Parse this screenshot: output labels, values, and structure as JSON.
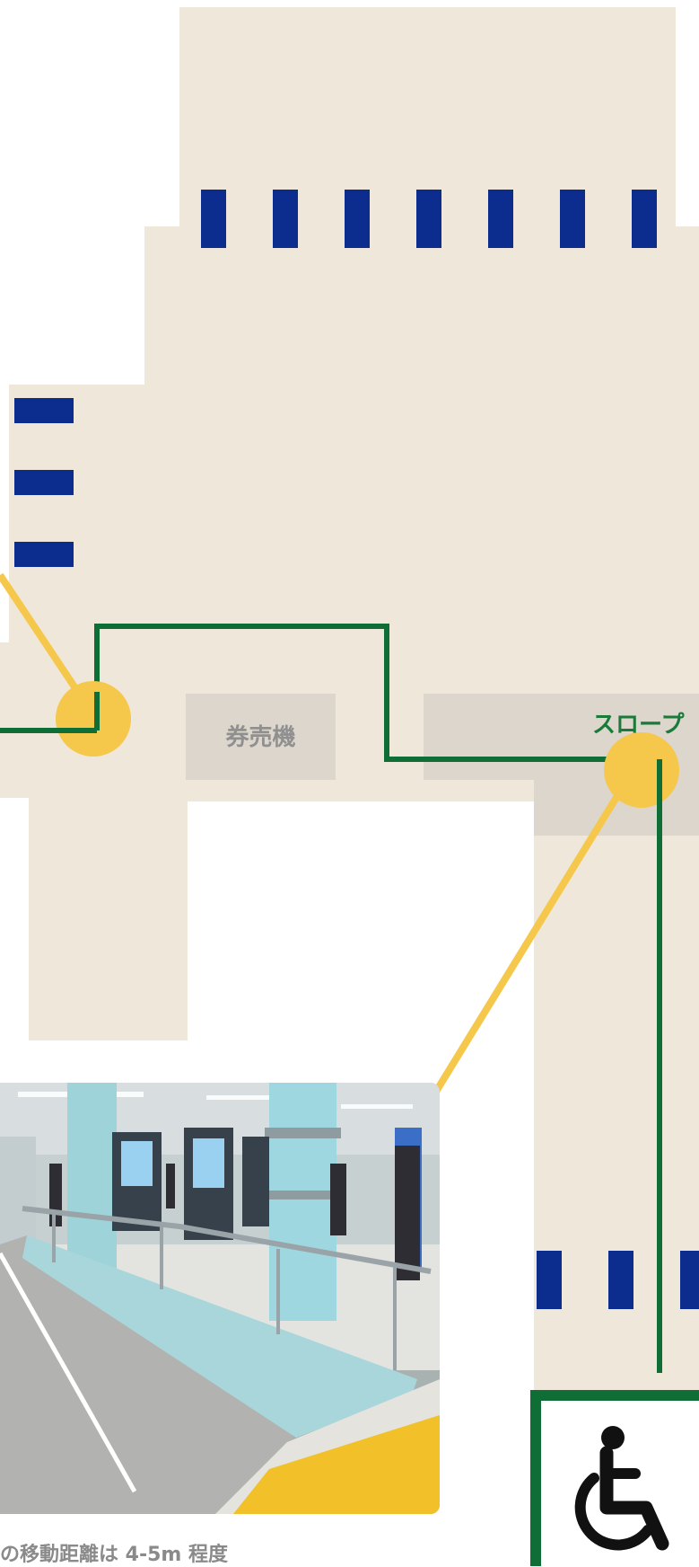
{
  "map": {
    "labels": {
      "ticket_machine": "券売機",
      "slope": "スロープ"
    },
    "caption": "の移動距離は 4-5m 程度",
    "photo": {
      "subject": "station-concourse-slope-photo",
      "description_icon": "photo"
    },
    "accessibility_icon": "wheelchair-icon",
    "colors": {
      "floor": "#efe7da",
      "feature_area": "#dcd6cc",
      "gate_marker": "#0d2d8e",
      "route_line": "#0f6e36",
      "callout": "#f5c84c",
      "label_gray": "#909090",
      "label_green": "#1a7a3a",
      "caption_gray": "#8a8a8a"
    }
  }
}
